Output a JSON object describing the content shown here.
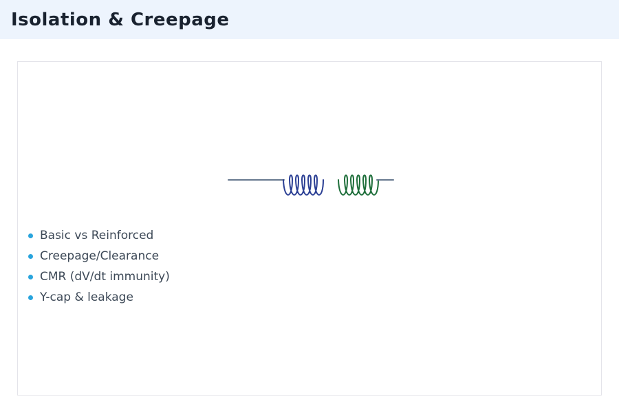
{
  "header": {
    "title": "Isolation & Creepage",
    "background": "#edf4fd",
    "text_color": "#19222f"
  },
  "panel": {
    "background": "#ffffff",
    "border_color": "#e4e4ea"
  },
  "diagram": {
    "type": "isolation-transformer-schematic",
    "primary_winding_color": "#2b3f94",
    "secondary_winding_color": "#1e6e3a",
    "lead_line_color": "#66788e"
  },
  "topics": {
    "marker_color": "#29a4dd",
    "text_color": "#3d4957",
    "items": [
      {
        "label": "Basic vs Reinforced"
      },
      {
        "label": "Creepage/Clearance"
      },
      {
        "label": "CMR (dV/dt immunity)"
      },
      {
        "label": "Y-cap & leakage"
      }
    ]
  }
}
